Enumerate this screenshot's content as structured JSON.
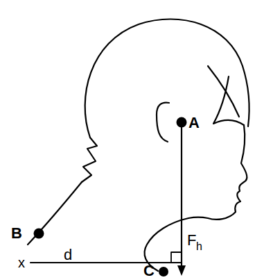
{
  "diagram": {
    "labels": [
      "A",
      "B",
      "C",
      "F",
      "h",
      "d",
      "x"
    ]
  }
}
